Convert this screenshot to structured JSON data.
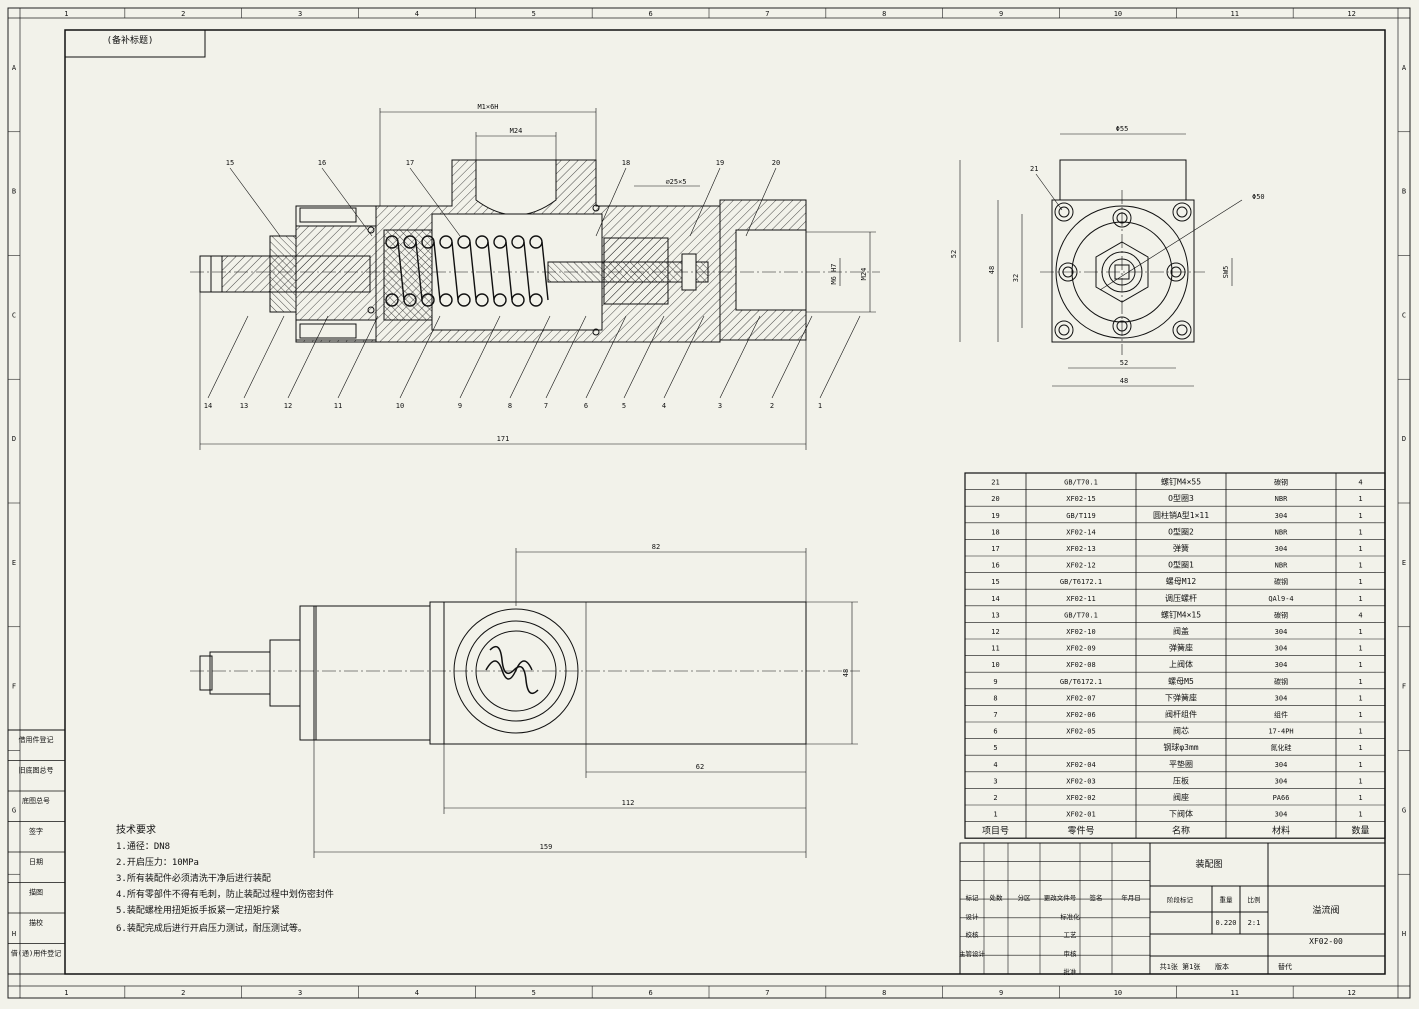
{
  "frame": {
    "col_numbers": [
      "1",
      "2",
      "3",
      "4",
      "5",
      "6",
      "7",
      "8",
      "9",
      "10",
      "11",
      "12"
    ],
    "row_letters": [
      "A",
      "B",
      "C",
      "D",
      "E",
      "F",
      "G",
      "H"
    ],
    "corner_label": "(备补标题)"
  },
  "front_view": {
    "dims": {
      "top_outer": "M1×6H",
      "top_inner": "M24",
      "overall": "171",
      "right_a": "M6 H7",
      "right_b": "M24",
      "small": "⌀25×5"
    },
    "balloons_top": [
      "15",
      "16",
      "17",
      "18",
      "19",
      "20"
    ],
    "balloons_bottom": [
      "14",
      "13",
      "12",
      "11",
      "10",
      "9",
      "8",
      "7",
      "6",
      "5",
      "4",
      "3",
      "2",
      "1"
    ]
  },
  "side_view": {
    "dims": {
      "top": "Φ55",
      "circle": "Φ50",
      "left_outer": "52",
      "left_inner": "48",
      "left_small": "32",
      "bottom_inner": "52",
      "bottom_outer": "48",
      "right_small": "SW5"
    },
    "balloon": "21"
  },
  "top_view": {
    "dims": {
      "top": "82",
      "right": "48",
      "mid": "62",
      "lower": "112",
      "bottom": "159"
    }
  },
  "tech_notes": {
    "title": "技术要求",
    "items": [
      "1.通径：DN8",
      "2.开启压力：10MPa",
      "3.所有装配件必须清洗干净后进行装配",
      "4.所有零部件不得有毛刺，防止装配过程中划伤密封件",
      "5.装配螺栓用扭矩扳手扳紧一定扭矩拧紧",
      "6.装配完成后进行开启压力测试，耐压测试等。"
    ]
  },
  "bom": {
    "rows": [
      {
        "no": "21",
        "code": "GB/T70.1",
        "name": "螺钉M4×55",
        "material": "碳钢",
        "qty": "4"
      },
      {
        "no": "20",
        "code": "XF02-15",
        "name": "O型圈3",
        "material": "NBR",
        "qty": "1"
      },
      {
        "no": "19",
        "code": "GB/T119",
        "name": "圆柱销A型1×11",
        "material": "304",
        "qty": "1"
      },
      {
        "no": "18",
        "code": "XF02-14",
        "name": "O型圈2",
        "material": "NBR",
        "qty": "1"
      },
      {
        "no": "17",
        "code": "XF02-13",
        "name": "弹簧",
        "material": "304",
        "qty": "1"
      },
      {
        "no": "16",
        "code": "XF02-12",
        "name": "O型圈1",
        "material": "NBR",
        "qty": "1"
      },
      {
        "no": "15",
        "code": "GB/T6172.1",
        "name": "螺母M12",
        "material": "碳钢",
        "qty": "1"
      },
      {
        "no": "14",
        "code": "XF02-11",
        "name": "调压螺杆",
        "material": "QAl9-4",
        "qty": "1"
      },
      {
        "no": "13",
        "code": "GB/T70.1",
        "name": "螺钉M4×15",
        "material": "碳钢",
        "qty": "4"
      },
      {
        "no": "12",
        "code": "XF02-10",
        "name": "阀盖",
        "material": "304",
        "qty": "1"
      },
      {
        "no": "11",
        "code": "XF02-09",
        "name": "弹簧座",
        "material": "304",
        "qty": "1"
      },
      {
        "no": "10",
        "code": "XF02-08",
        "name": "上阀体",
        "material": "304",
        "qty": "1"
      },
      {
        "no": "9",
        "code": "GB/T6172.1",
        "name": "螺母M5",
        "material": "碳钢",
        "qty": "1"
      },
      {
        "no": "8",
        "code": "XF02-07",
        "name": "下弹簧座",
        "material": "304",
        "qty": "1"
      },
      {
        "no": "7",
        "code": "XF02-06",
        "name": "阀杆组件",
        "material": "组件",
        "qty": "1"
      },
      {
        "no": "6",
        "code": "XF02-05",
        "name": "阀芯",
        "material": "17-4PH",
        "qty": "1"
      },
      {
        "no": "5",
        "code": "",
        "name": "钢球φ3mm",
        "material": "氮化硅",
        "qty": "1"
      },
      {
        "no": "4",
        "code": "XF02-04",
        "name": "平垫圈",
        "material": "304",
        "qty": "1"
      },
      {
        "no": "3",
        "code": "XF02-03",
        "name": "压板",
        "material": "304",
        "qty": "1"
      },
      {
        "no": "2",
        "code": "XF02-02",
        "name": "阀座",
        "material": "PA66",
        "qty": "1"
      },
      {
        "no": "1",
        "code": "XF02-01",
        "name": "下阀体",
        "material": "304",
        "qty": "1"
      }
    ],
    "header": {
      "no": "项目号",
      "code": "零件号",
      "name": "名称",
      "material": "材料",
      "qty": "数量"
    }
  },
  "title_block": {
    "drawing_type": "装配图",
    "part_name": "溢流阀",
    "drawing_no": "XF02-00",
    "mass": "0.220",
    "scale": "2:1",
    "labels": [
      "标记",
      "处数",
      "分区",
      "更改文件号",
      "签名",
      "年月日",
      "设计",
      "标准化",
      "校核",
      "工艺",
      "主管设计",
      "审核",
      "批准",
      "阶段标记",
      "重量",
      "比例"
    ],
    "sheet_info": "共1张 第1张",
    "version": "版本",
    "replace": "替代"
  },
  "left_strip": [
    "借用件登记",
    "旧底图总号",
    "底图总号",
    "签字",
    "日期",
    "描图",
    "描校",
    "借(通)用件登记"
  ]
}
